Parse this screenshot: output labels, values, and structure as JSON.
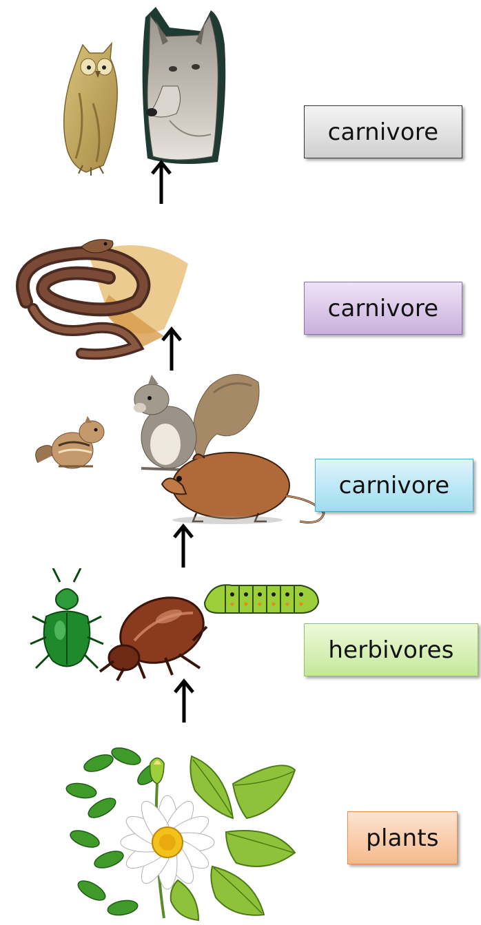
{
  "levels": [
    {
      "id": "top",
      "label": "carnivore",
      "organisms": [
        "owl",
        "coyote"
      ]
    },
    {
      "id": "snake",
      "label": "carnivore",
      "organisms": [
        "snake"
      ]
    },
    {
      "id": "small",
      "label": "carnivore",
      "organisms": [
        "chipmunk",
        "squirrel",
        "vole"
      ]
    },
    {
      "id": "herb",
      "label": "herbivores",
      "organisms": [
        "green-beetle",
        "brown-beetle",
        "caterpillar"
      ]
    },
    {
      "id": "plant",
      "label": "plants",
      "organisms": [
        "daisy",
        "leaves"
      ]
    }
  ],
  "colors": {
    "top": "#d8d8d8",
    "snake": "#d9c6e8",
    "small": "#b7e6f5",
    "herb": "#d6f0b4",
    "plant": "#f9cba8",
    "arrow": "#000000"
  }
}
